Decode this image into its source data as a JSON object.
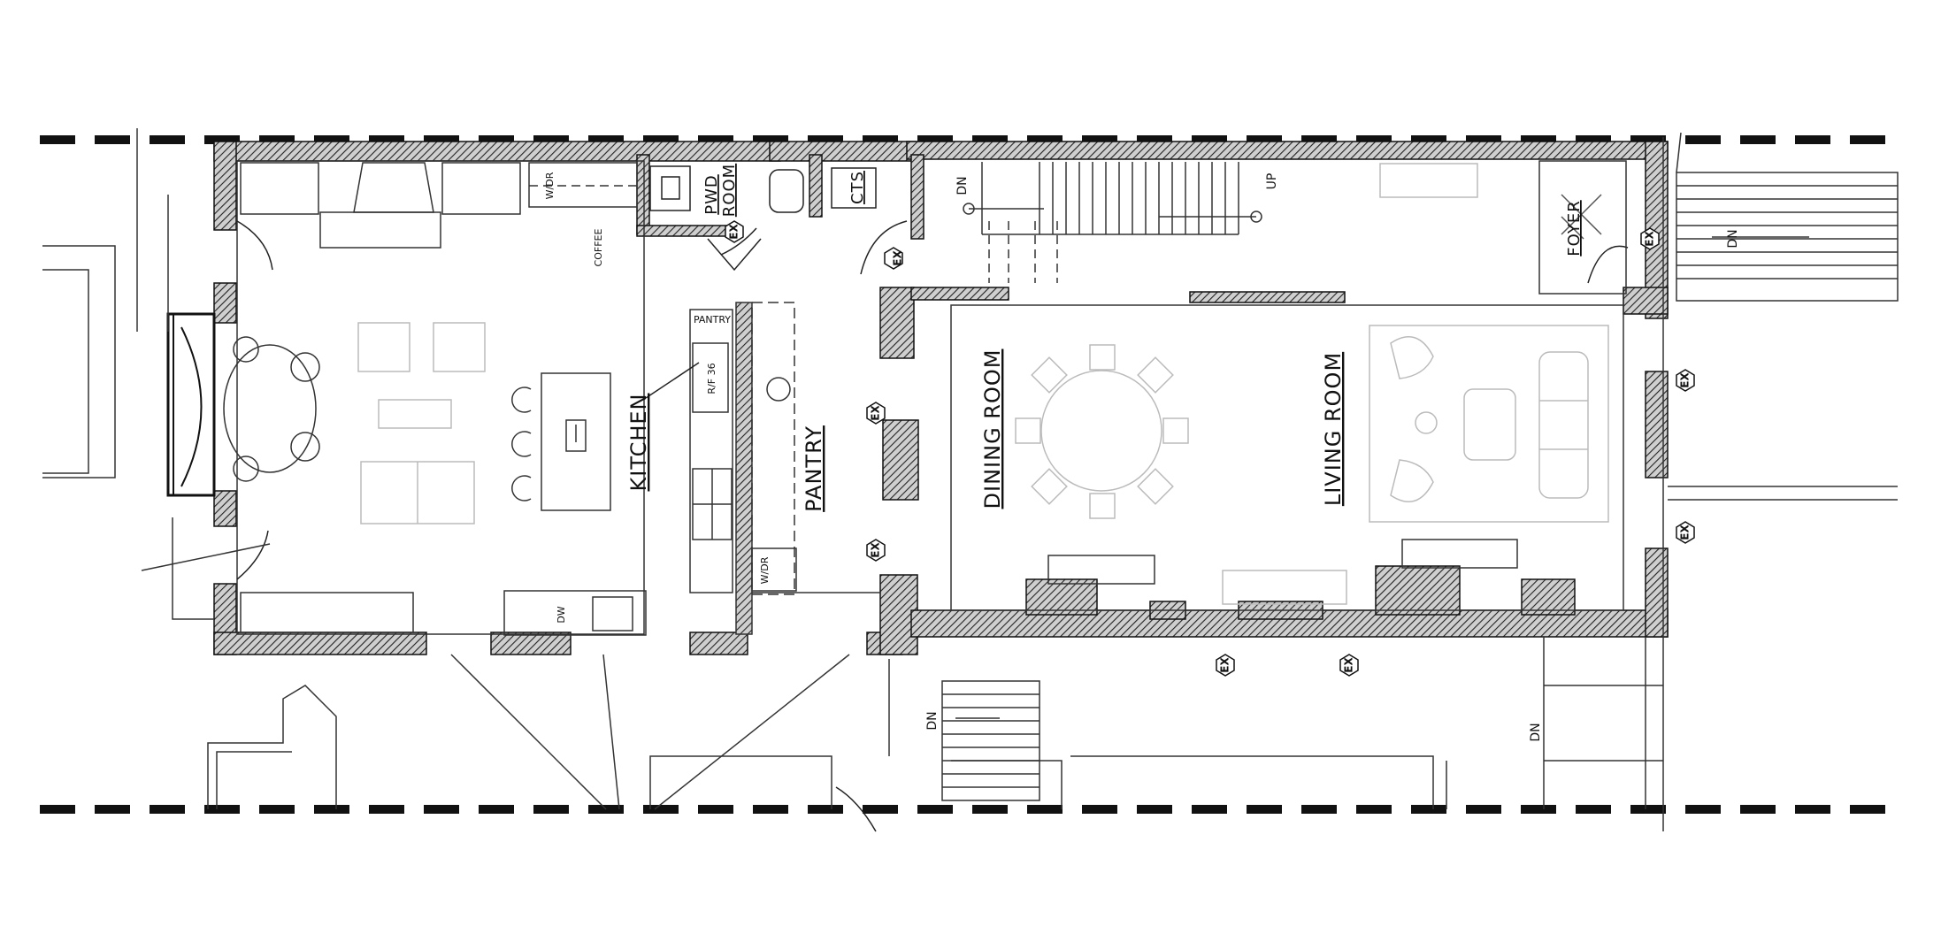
{
  "plan": {
    "rooms": {
      "kitchen": "KITCHEN",
      "pantry": "PANTRY",
      "dining_room": "DINING ROOM",
      "living_room": "LIVING ROOM",
      "powder_room_line1": "PWD",
      "powder_room_line2": "ROOM",
      "foyer": "FOYER",
      "cts": "CTS"
    },
    "labels": {
      "coffee": "COFFEE",
      "pantry_small": "PANTRY",
      "wdr": "W/DR",
      "ref": "R/F 36",
      "dw": "DW",
      "up": "UP",
      "dn": "DN"
    },
    "markers": {
      "ex": "EX"
    }
  }
}
